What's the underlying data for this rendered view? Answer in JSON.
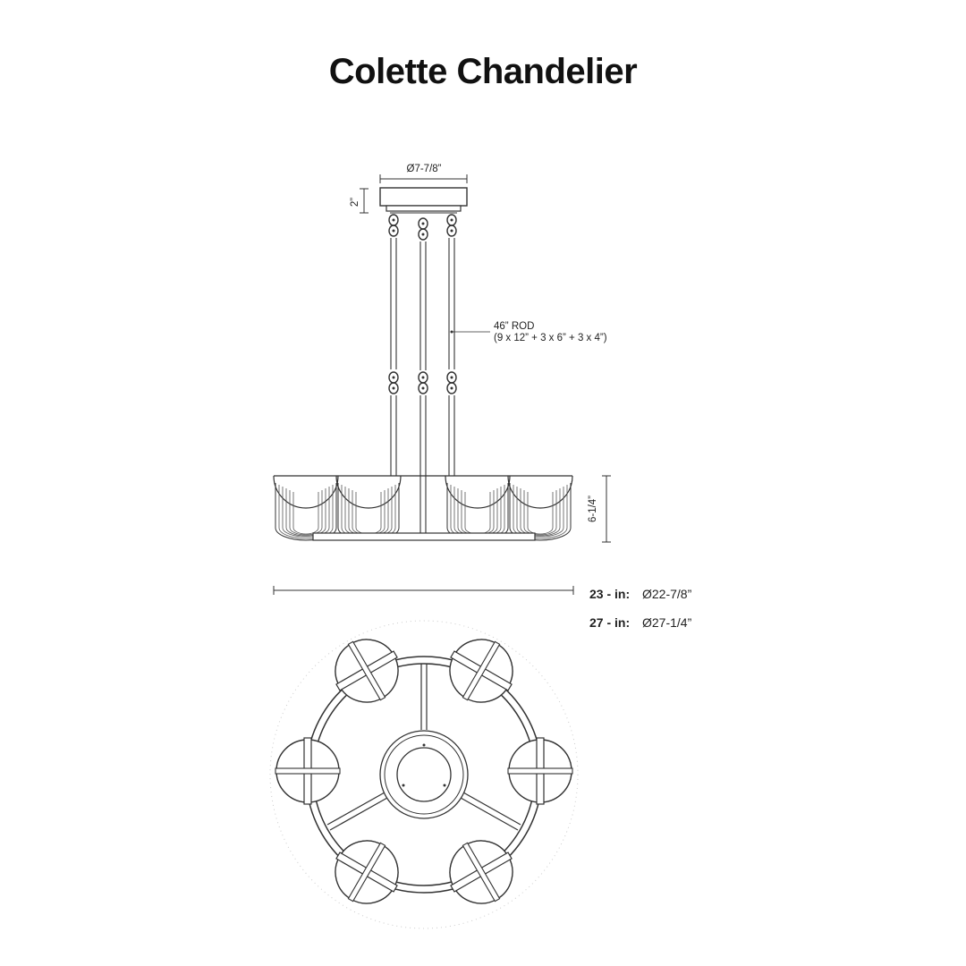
{
  "title": "Colette Chandelier",
  "dimensions": {
    "canopy_diameter": "Ø7-7/8”",
    "canopy_height": "2”",
    "rod_line1": "46” ROD",
    "rod_line2": "(9 x 12” + 3 x 6” + 3 x 4”)",
    "body_height": "6-1/4”"
  },
  "sizes": [
    {
      "label": "23 - in:",
      "value": "Ø22-7/8”"
    },
    {
      "label": "27 - in:",
      "value": "Ø27-1/4”"
    }
  ],
  "colors": {
    "line": "#333333",
    "text": "#222222"
  }
}
